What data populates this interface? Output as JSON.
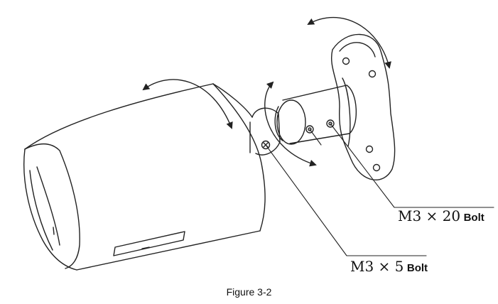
{
  "labels": {
    "m3x20": {
      "dimension": "M3 × 20",
      "word": "Bolt"
    },
    "m3x5": {
      "dimension": "M3 × 5",
      "word": "Bolt"
    }
  },
  "caption": "Figure 3-2",
  "colors": {
    "line": "#222222",
    "background": "#ffffff"
  }
}
